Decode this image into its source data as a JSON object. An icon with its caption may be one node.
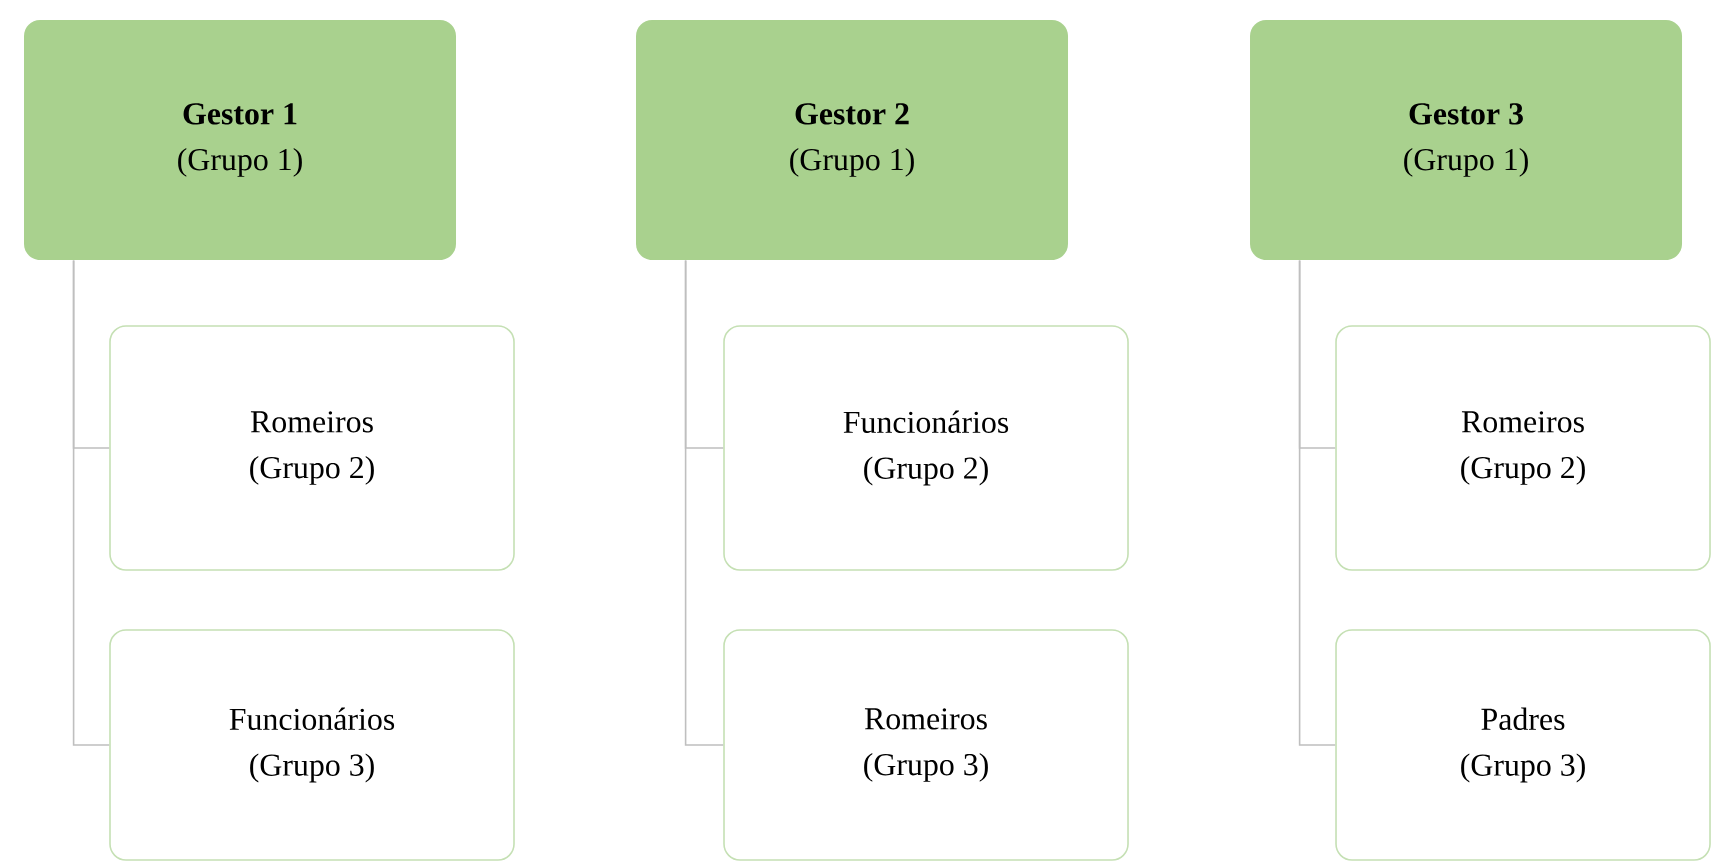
{
  "diagram": {
    "nodes": [
      {
        "text": [
          "Gestor 1",
          "(Grupo 1)"
        ]
      },
      {
        "text": [
          "Romeiros",
          "(Grupo 2)"
        ]
      },
      {
        "text": [
          "Funcionários",
          "(Grupo 3)"
        ]
      },
      {
        "text": [
          "Gestor 2",
          "(Grupo 1)"
        ]
      },
      {
        "text": [
          "Funcionários",
          "(Grupo 2)"
        ]
      },
      {
        "text": [
          "Romeiros",
          "(Grupo 3)"
        ]
      },
      {
        "text": [
          "Gestor 3",
          "(Grupo 1)"
        ]
      },
      {
        "text": [
          "Romeiros",
          "(Grupo 2)"
        ]
      },
      {
        "text": [
          "Padres",
          "(Grupo 3)"
        ]
      }
    ],
    "edges": [
      {
        "from": 0,
        "to": 1,
        "arrow": "none"
      },
      {
        "from": 0,
        "to": 2,
        "arrow": "none"
      },
      {
        "from": 3,
        "to": 4,
        "arrow": "none"
      },
      {
        "from": 3,
        "to": 5,
        "arrow": "none"
      },
      {
        "from": 6,
        "to": 7,
        "arrow": "none"
      },
      {
        "from": 6,
        "to": 8,
        "arrow": "none"
      }
    ]
  }
}
